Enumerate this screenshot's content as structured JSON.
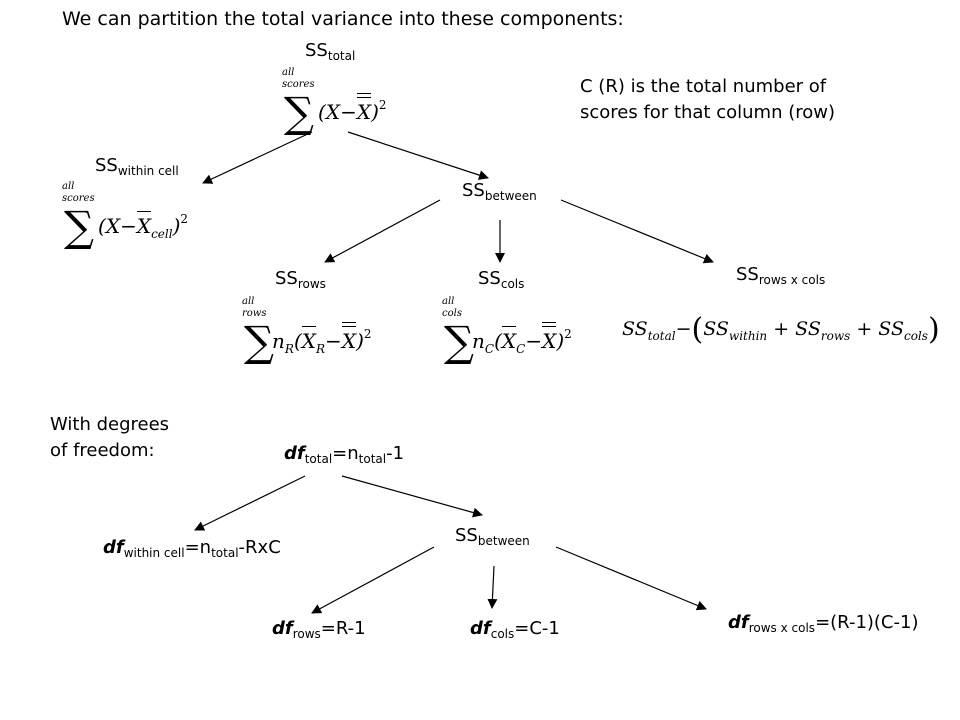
{
  "header": {
    "text": "We can partition the total variance into these components:"
  },
  "note": {
    "line1": "C (R) is the total number of",
    "line2": "scores for that column (row)"
  },
  "ss": {
    "base": "SS",
    "total": "total",
    "within_cell": "within cell",
    "between": "between",
    "rows": "rows",
    "cols": "cols",
    "rows_x_cols": "rows x cols"
  },
  "formulas": {
    "lim_all": "all",
    "lim_scores": "scores",
    "lim_rows": "rows",
    "lim_cols": "cols",
    "sum_symbol": "∑",
    "x": "X",
    "minus": "−",
    "open": "(",
    "close": ")",
    "square": "2",
    "n": "n",
    "r": "R",
    "c": "C",
    "cell": "cell",
    "ss_total": "SS",
    "sub_total": "total",
    "sub_within": "within",
    "sub_rows": "rows",
    "sub_cols": "cols",
    "plus": "+"
  },
  "df_section": {
    "label_line1": "With degrees",
    "label_line2": "of freedom:",
    "df": "df",
    "total_sub": "total",
    "total_eq": "=n",
    "total_n_sub": "total",
    "total_rest": "-1",
    "within_sub": "within cell",
    "within_eq": "=n",
    "within_n_sub": "total",
    "within_rest": "-RxC",
    "between_base": "SS",
    "between_sub": "between",
    "rows_sub": "rows",
    "rows_rest": "=R-1",
    "cols_sub": "cols",
    "cols_rest": "=C-1",
    "rxc_sub": "rows x cols",
    "rxc_rest": "=(R-1)(C-1)"
  },
  "colors": {
    "ink": "#000000",
    "background": "#ffffff"
  }
}
